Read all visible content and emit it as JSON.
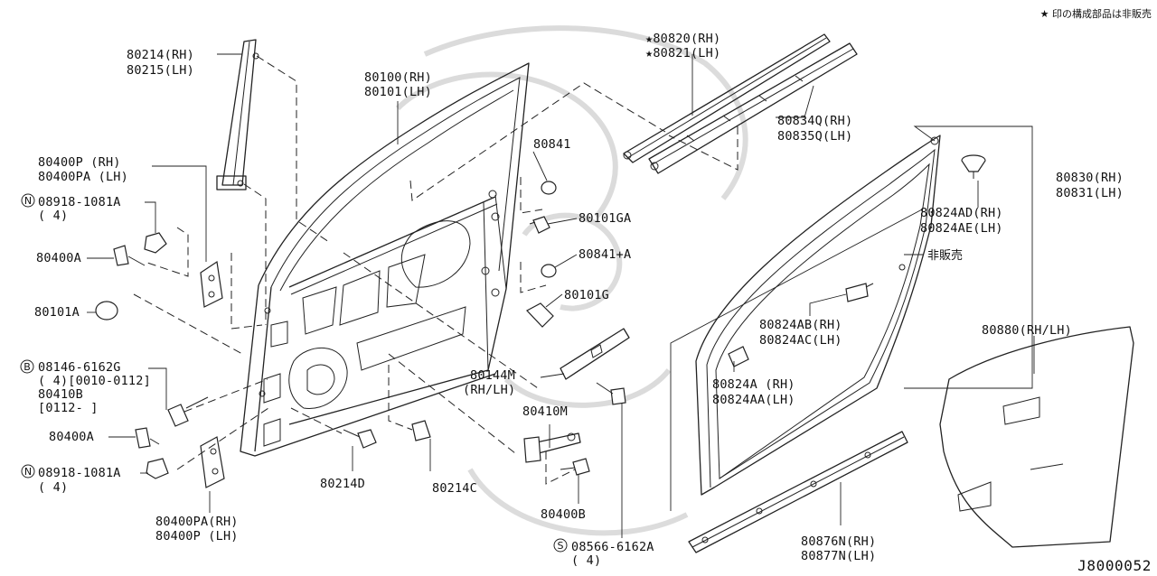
{
  "note": "★ 印の構成部品は非販売",
  "diagram_code": "J8000052",
  "labels": {
    "l80214": [
      "80214(RH)",
      "80215(LH)"
    ],
    "l80100": [
      "80100(RH)",
      "80101(LH)"
    ],
    "l80820": [
      "★80820(RH)",
      "★80821(LH)"
    ],
    "l80834": [
      "80834Q(RH)",
      "80835Q(LH)"
    ],
    "l80830": [
      "80830(RH)",
      "80831(LH)"
    ],
    "l80400p": [
      "80400P  (RH)",
      "80400PA (LH)"
    ],
    "l08918a": [
      "08918-1081A",
      "( 4)"
    ],
    "l80400a1": "80400A",
    "l80101a": "80101A",
    "l08146": [
      "08146-6162G",
      "( 4)[0010-0112]",
      "80410B",
      "[0112-     ]"
    ],
    "l80400a2": "80400A",
    "l08918b": [
      "08918-1081A",
      "( 4)"
    ],
    "l80400pa": [
      "80400PA(RH)",
      "80400P (LH)"
    ],
    "l80841": "80841",
    "l80101ga": "80101GA",
    "l80841a": "80841+A",
    "l80101g": "80101G",
    "l80824ad": [
      "80824AD(RH)",
      "80824AE(LH)"
    ],
    "l_hihanbai": "非販売",
    "l80824ab": [
      "80824AB(RH)",
      "80824AC(LH)"
    ],
    "l80824a": [
      "80824A  (RH)",
      "80824AA(LH)"
    ],
    "l80144m": [
      "80144M",
      "(RH/LH)"
    ],
    "l80410m": "80410M",
    "l80214d": "80214D",
    "l80214c": "80214C",
    "l80400b": "80400B",
    "l08566": [
      "08566-6162A",
      "( 4)"
    ],
    "l80876": [
      "80876N(RH)",
      "80877N(LH)"
    ],
    "l80880": "80880(RH/LH)"
  },
  "prefix_marks": {
    "n1": "N",
    "n2": "N",
    "b1": "B",
    "s1": "S"
  }
}
